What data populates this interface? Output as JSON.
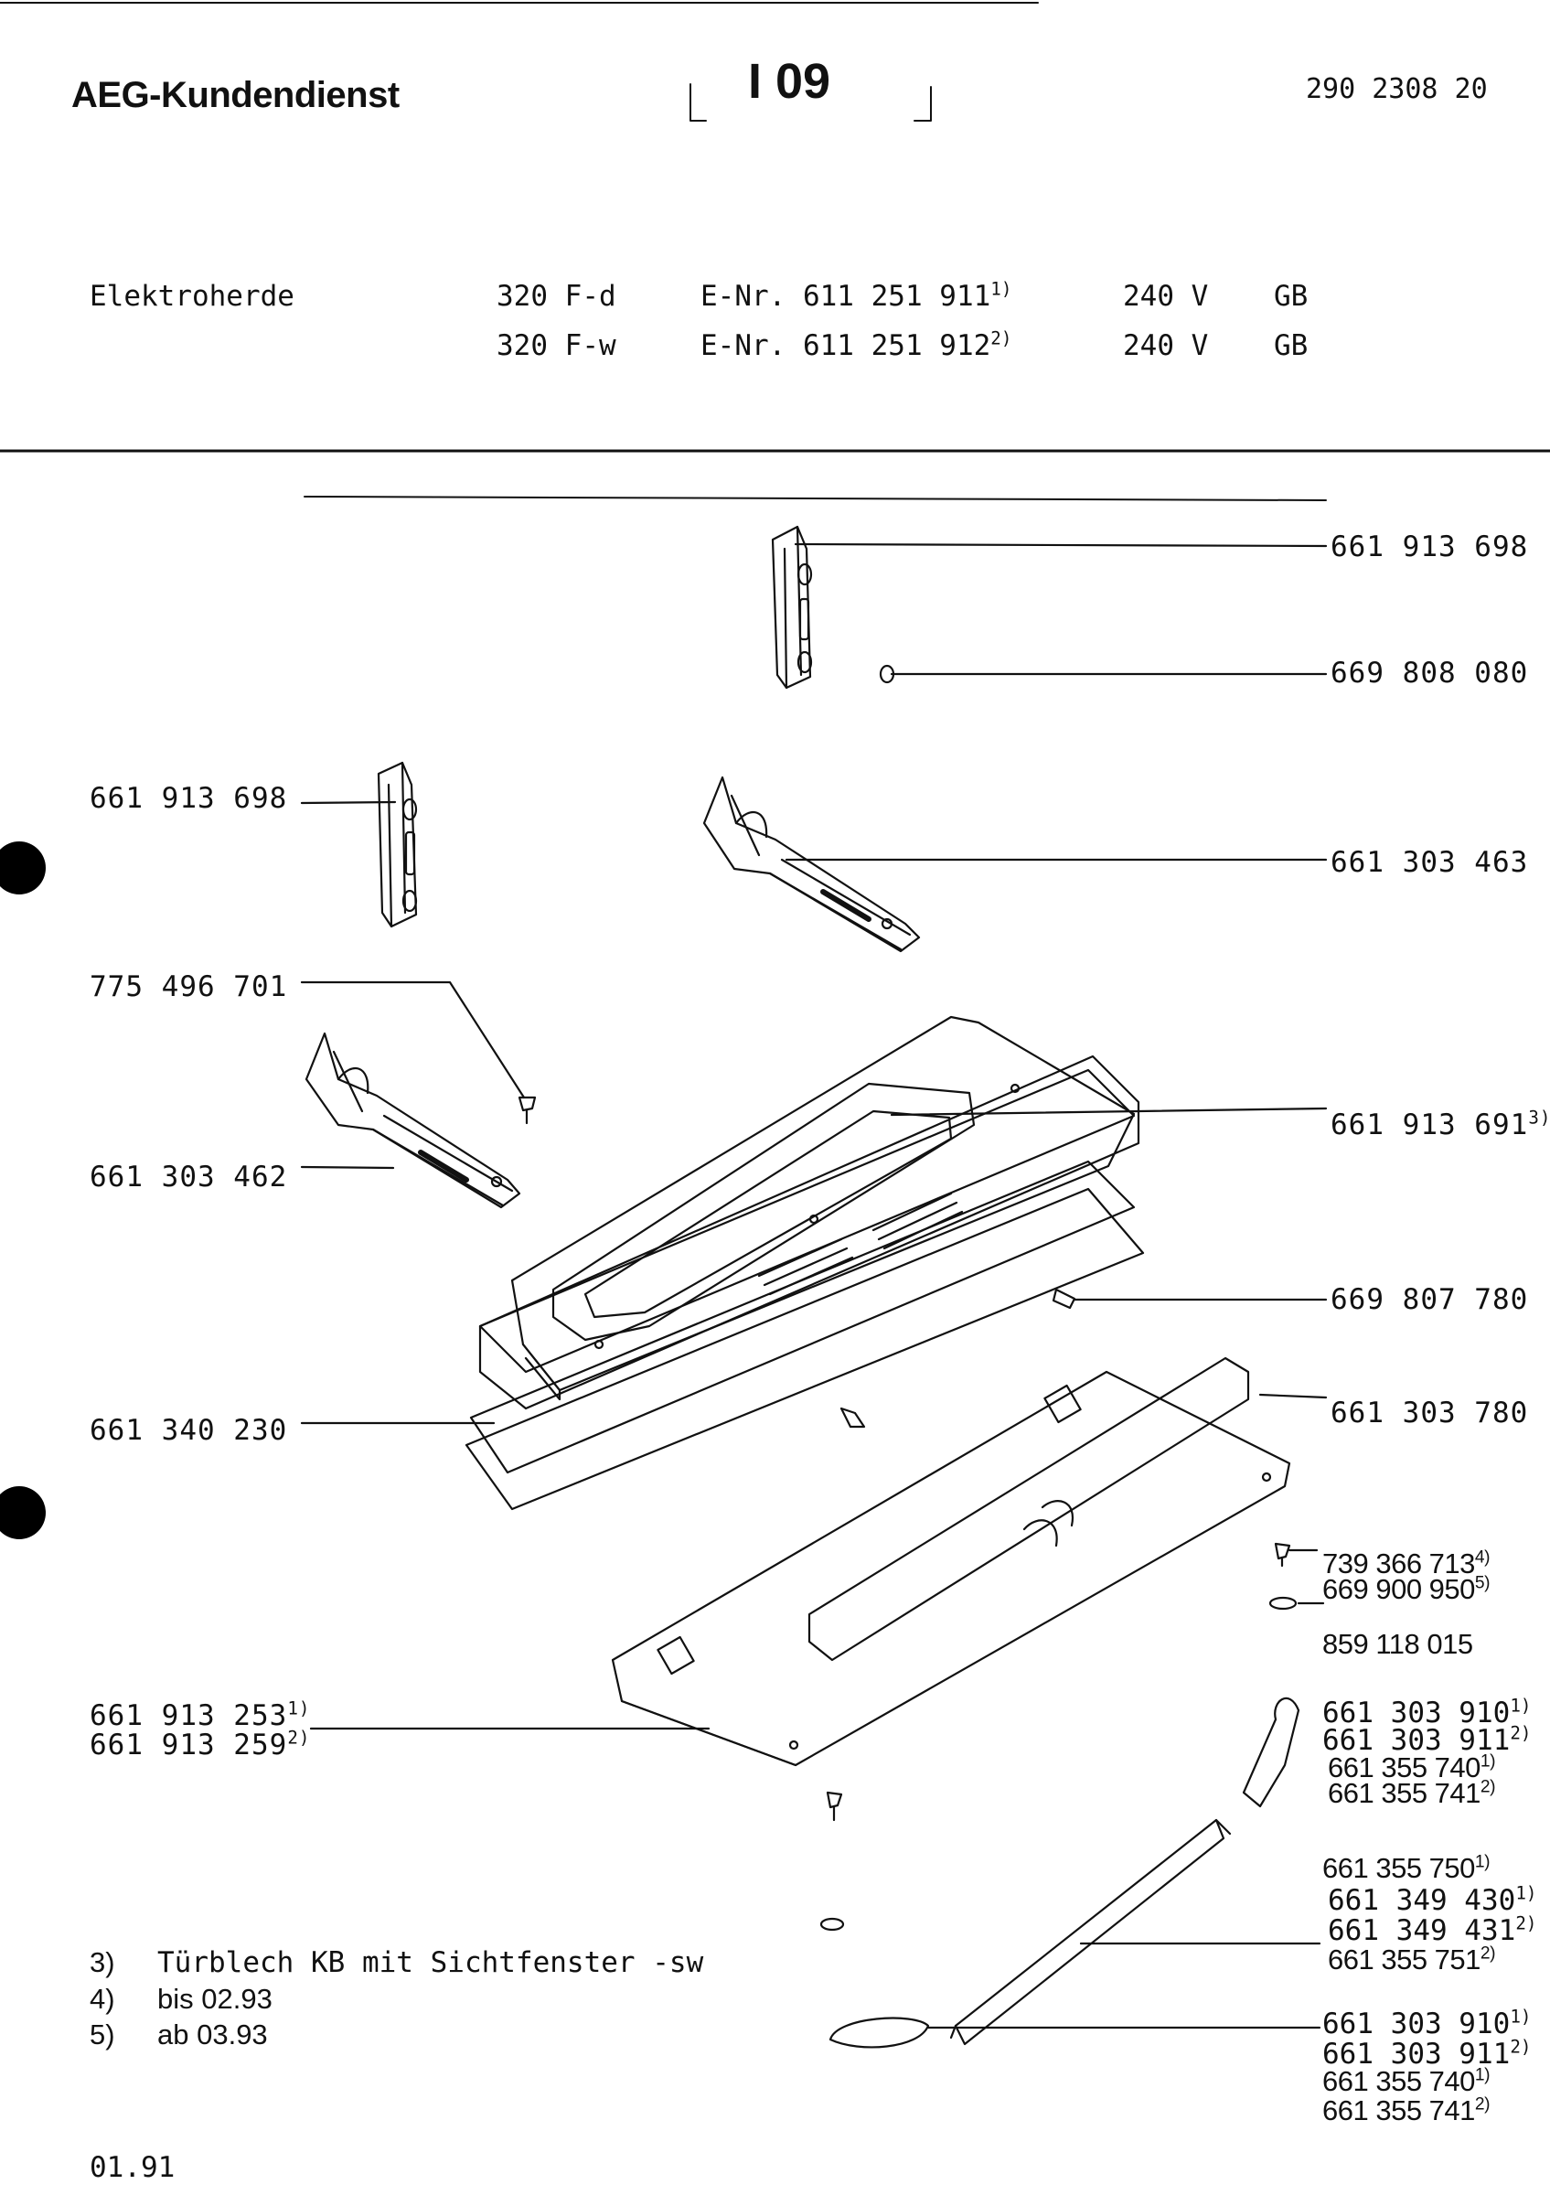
{
  "header": {
    "brand": "AEG-Kundendienst",
    "page_code": "I 09",
    "doc_number": "290 2308 20"
  },
  "appliance": {
    "category": "Elektroherde",
    "models": [
      {
        "model": "320 F-d",
        "enr": "E-Nr. 611 251 911",
        "fn": "1)",
        "voltage": "240 V",
        "country": "GB"
      },
      {
        "model": "320 F-w",
        "enr": "E-Nr. 611 251 912",
        "fn": "2)",
        "voltage": "240 V",
        "country": "GB"
      }
    ]
  },
  "parts": {
    "right": [
      {
        "num": "661 913 698",
        "fn": ""
      },
      {
        "num": "669 808 080",
        "fn": ""
      },
      {
        "num": "661 303 463",
        "fn": ""
      },
      {
        "num": "661 913 691",
        "fn": "3)"
      },
      {
        "num": "669 807 780",
        "fn": ""
      },
      {
        "num": "661 303 780",
        "fn": ""
      }
    ],
    "left": [
      {
        "num": "661 913 698",
        "fn": ""
      },
      {
        "num": "775 496 701",
        "fn": ""
      },
      {
        "num": "661 303 462",
        "fn": ""
      },
      {
        "num": "661 340 230",
        "fn": ""
      }
    ],
    "door_panel": [
      {
        "num": "661 913 253",
        "fn": "1)"
      },
      {
        "num": "661 913 259",
        "fn": "2)"
      }
    ],
    "screw_group": [
      {
        "num": "739 366 713",
        "fn": "4)"
      },
      {
        "num": "669 900 950",
        "fn": "5)"
      }
    ],
    "washer": {
      "num": "859 118 015",
      "fn": ""
    },
    "handle_end_upper": [
      {
        "num": "661 303 910",
        "fn": "1)"
      },
      {
        "num": "661 303 911",
        "fn": "2)"
      },
      {
        "num": "661 355 740",
        "fn": "1)"
      },
      {
        "num": "661 355 741",
        "fn": "2)"
      }
    ],
    "handle_bar": [
      {
        "num": "661 355 750",
        "fn": "1)"
      },
      {
        "num": "661 349 430",
        "fn": "1)"
      },
      {
        "num": "661 349 431",
        "fn": "2)"
      },
      {
        "num": "661 355 751",
        "fn": "2)"
      }
    ],
    "handle_end_lower": [
      {
        "num": "661 303 910",
        "fn": "1)"
      },
      {
        "num": "661 303 911",
        "fn": "2)"
      },
      {
        "num": "661 355 740",
        "fn": "1)"
      },
      {
        "num": "661 355 741",
        "fn": "2)"
      }
    ]
  },
  "footnotes": [
    {
      "mark": "3)",
      "text": "Türblech KB mit Sichtfenster -sw"
    },
    {
      "mark": "4)",
      "text": "bis 02.93"
    },
    {
      "mark": "5)",
      "text": "ab 03.93"
    }
  ],
  "footer": {
    "date": "01.91"
  }
}
